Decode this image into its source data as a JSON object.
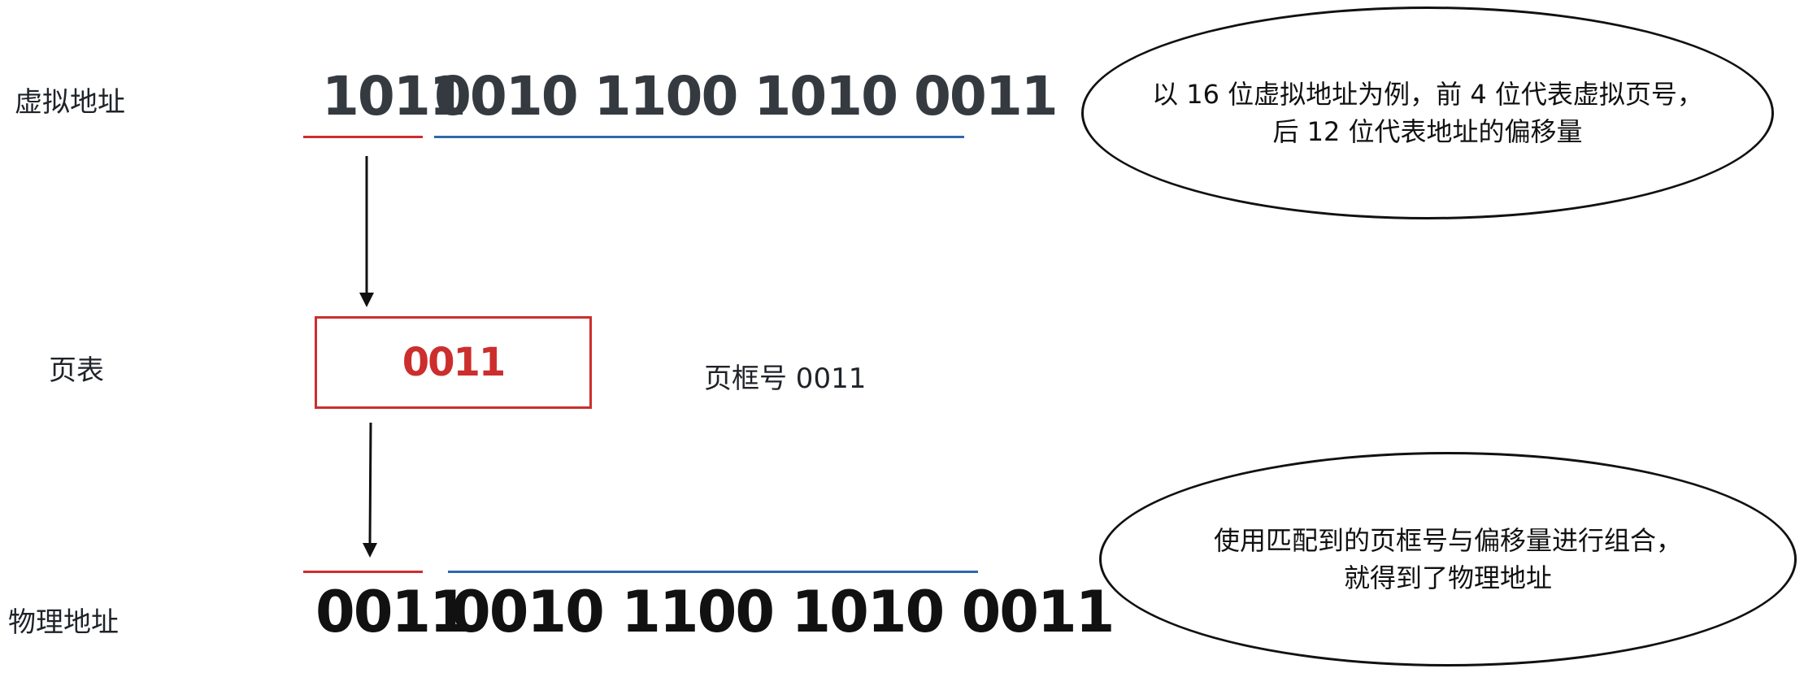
{
  "labels": {
    "virtual_address": "虚拟地址",
    "page_table": "页表",
    "physical_address": "物理地址",
    "frame_number": "页框号 0011"
  },
  "virtual_bits": {
    "page_part": "1011",
    "offset_part": "0010 1100 1010 0011"
  },
  "page_table_entry": "0011",
  "physical_bits": {
    "frame_part": "0011",
    "offset_part": "0010 1100 1010 0011"
  },
  "notes": {
    "top_line1": "以 16 位虚拟地址为例，前 4 位代表虚拟页号，",
    "top_line2": "后 12 位代表地址的偏移量",
    "bottom_line1": "使用匹配到的页框号与偏移量进行组合，",
    "bottom_line2": "就得到了物理地址"
  },
  "colors": {
    "red": "#cc2e2e",
    "blue": "#2e68ad",
    "text": "#111111"
  }
}
